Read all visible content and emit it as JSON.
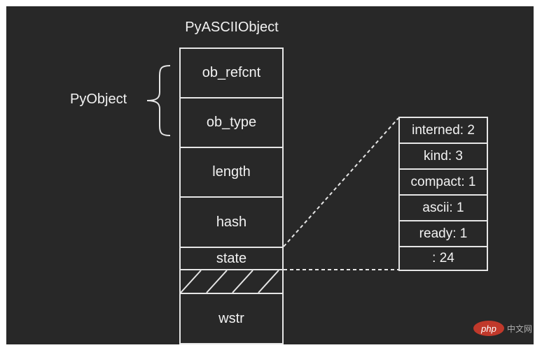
{
  "title": "PyASCIIObject",
  "side_label": "PyObject",
  "fields": [
    "ob_refcnt",
    "ob_type",
    "length",
    "hash",
    "state",
    "",
    "wstr"
  ],
  "state_bits": [
    "interned: 2",
    "kind: 3",
    "compact: 1",
    "ascii: 1",
    "ready: 1",
    ": 24"
  ],
  "watermark": {
    "logo": "php",
    "text": "中文网"
  },
  "colors": {
    "background": "#282828",
    "lines": "#e6e6e6",
    "text": "#f2f2f2"
  }
}
